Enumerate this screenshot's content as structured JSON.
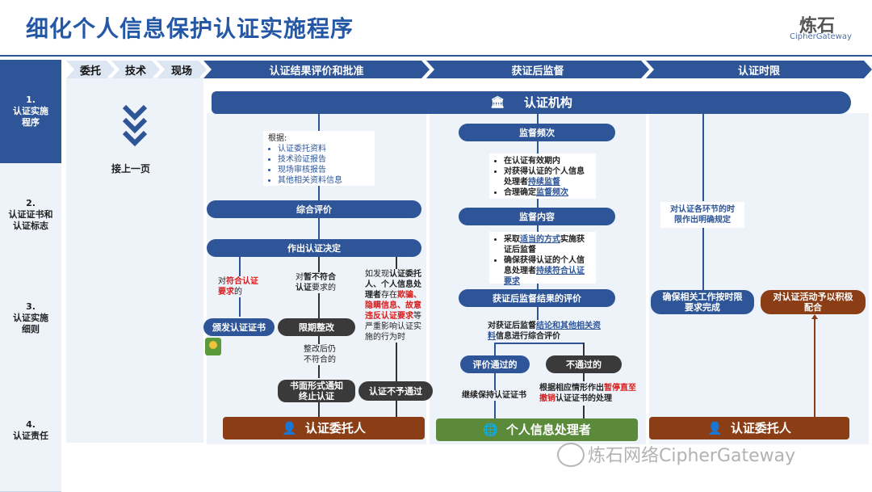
{
  "title": "细化个人信息保护认证实施程序",
  "logo": {
    "main": "炼石",
    "sub": "CipherGateway"
  },
  "sidebar": [
    {
      "label": "1.\n认证实施\n程序"
    },
    {
      "label": "2.\n认证证书和\n认证标志"
    },
    {
      "label": "3.\n认证实施\n细则"
    },
    {
      "label": "4.\n认证责任"
    }
  ],
  "headers": {
    "h1": "委托",
    "h2": "技术",
    "h3": "现场",
    "h4": "认证结果评价和批准",
    "h5": "获证后监督",
    "h6": "认证时限"
  },
  "continue_label": "接上一页",
  "authority": "认证机构",
  "basis": {
    "title": "根据:",
    "items": [
      "认证委托资料",
      "技术验证报告",
      "现场审核报告",
      "其他相关资料信息"
    ]
  },
  "comprehensive": "综合评价",
  "decision": "作出认证决定",
  "branch1": {
    "a": "对",
    "b": "符合认证要求",
    "c": "的"
  },
  "branch2": {
    "a": "对",
    "b": "暂不符合认证",
    "c": "要求的"
  },
  "branch3": {
    "a": "如发现",
    "b": "认证委托人、个人信息处理者",
    "c": "存在",
    "d": "欺骗、隐瞒信息、故意违反认证要求",
    "e": "等严重影响认证实施的行为时"
  },
  "issue_cert": "颁发认证证书",
  "rectify": "限期整改",
  "still_fail": "整改后仍\n不符合的",
  "written_notice": "书面形式通知\n终止认证",
  "not_pass": "认证不予通过",
  "client1": "认证委托人",
  "supervision": {
    "freq_title": "监督频次",
    "freq_items": [
      {
        "text": "在认证有效期内"
      },
      {
        "pre": "对获得认证的个人信息处理者",
        "link": "持续监督"
      },
      {
        "pre": "合理确定",
        "link": "监督频次"
      }
    ],
    "content_title": "监督内容",
    "content_items": [
      {
        "pre": "采取",
        "link": "适当的方式",
        "post": "实施获证后监督"
      },
      {
        "pre": "确保获得认证的个人信息处理者",
        "link": "持续符合认证要求",
        "post": ""
      }
    ],
    "eval_title": "获证后监督结果的评价",
    "eval_a": "对获证后监督",
    "eval_link": "结论和其他相关资料",
    "eval_b": "信息进行综合评价",
    "pass": "评价通过的",
    "fail": "不通过的",
    "keep_cert": "继续保持认证证书",
    "suspend_a": "根据相应情形作出",
    "suspend_red": "暂停直至撤销",
    "suspend_b": "认证证书的处理",
    "processor": "个人信息处理者"
  },
  "timelimit": {
    "note": "对认证各环节的时\n限作出明确规定",
    "ensure": "确保相关工作按时限\n要求完成",
    "cooperate": "对认证活动予以积极\n配合",
    "client": "认证委托人"
  },
  "watermark": "炼石网络CipherGateway"
}
